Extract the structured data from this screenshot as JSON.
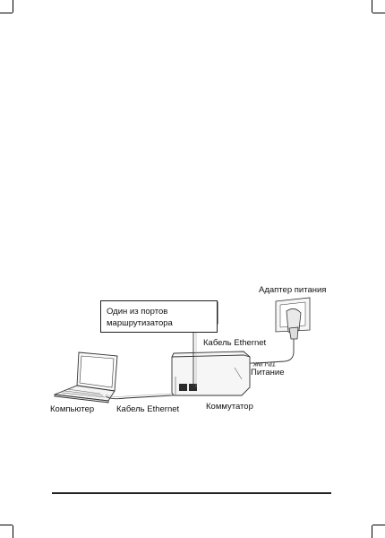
{
  "labels": {
    "router_port_line1": "Один из портов",
    "router_port_line2": "маршрутизатора",
    "power_adapter": "Адаптер питания",
    "ethernet_cable_top": "Кабель Ethernet",
    "power": "Питание",
    "computer": "Компьютер",
    "ethernet_cable_bottom": "Кабель Ethernet",
    "switch": "Коммутатор"
  },
  "device_logo": "TP-LINK",
  "colors": {
    "line": "#333333",
    "device_fill": "#f4f4f4",
    "port_fill": "#2b2b2b"
  }
}
